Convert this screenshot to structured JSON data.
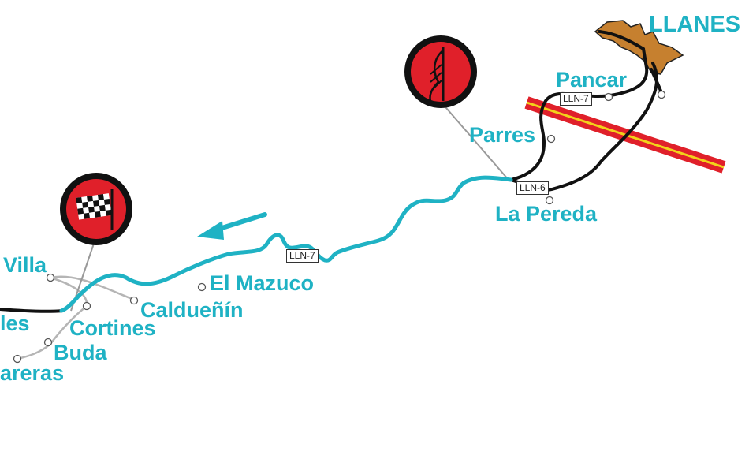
{
  "map": {
    "places": {
      "llanes": "LLANES",
      "pancar": "Pancar",
      "parres": "Parres",
      "la_pereda": "La Pereda",
      "el_mazuco": "El Mazuco",
      "caldueñin": "Calduеñín",
      "villa": "Villa",
      "cortines": "Cortines",
      "buda": "Buda",
      "les": "les",
      "areras": "areras"
    },
    "roads": {
      "lln7_top": "LLN-7",
      "lln6": "LLN-6",
      "lln7_mid": "LLN-7"
    },
    "colors": {
      "route": "#1fb2c4",
      "road": "#111111",
      "highway_red": "#e0202a",
      "highway_yellow": "#f2d21a",
      "town": "#c6802f",
      "start_marker": "#e0202a",
      "finish_marker": "#e0202a"
    },
    "icons": {
      "start": "start-flag-icon",
      "finish": "checkered-flag-icon",
      "direction": "direction-arrow-icon"
    }
  }
}
